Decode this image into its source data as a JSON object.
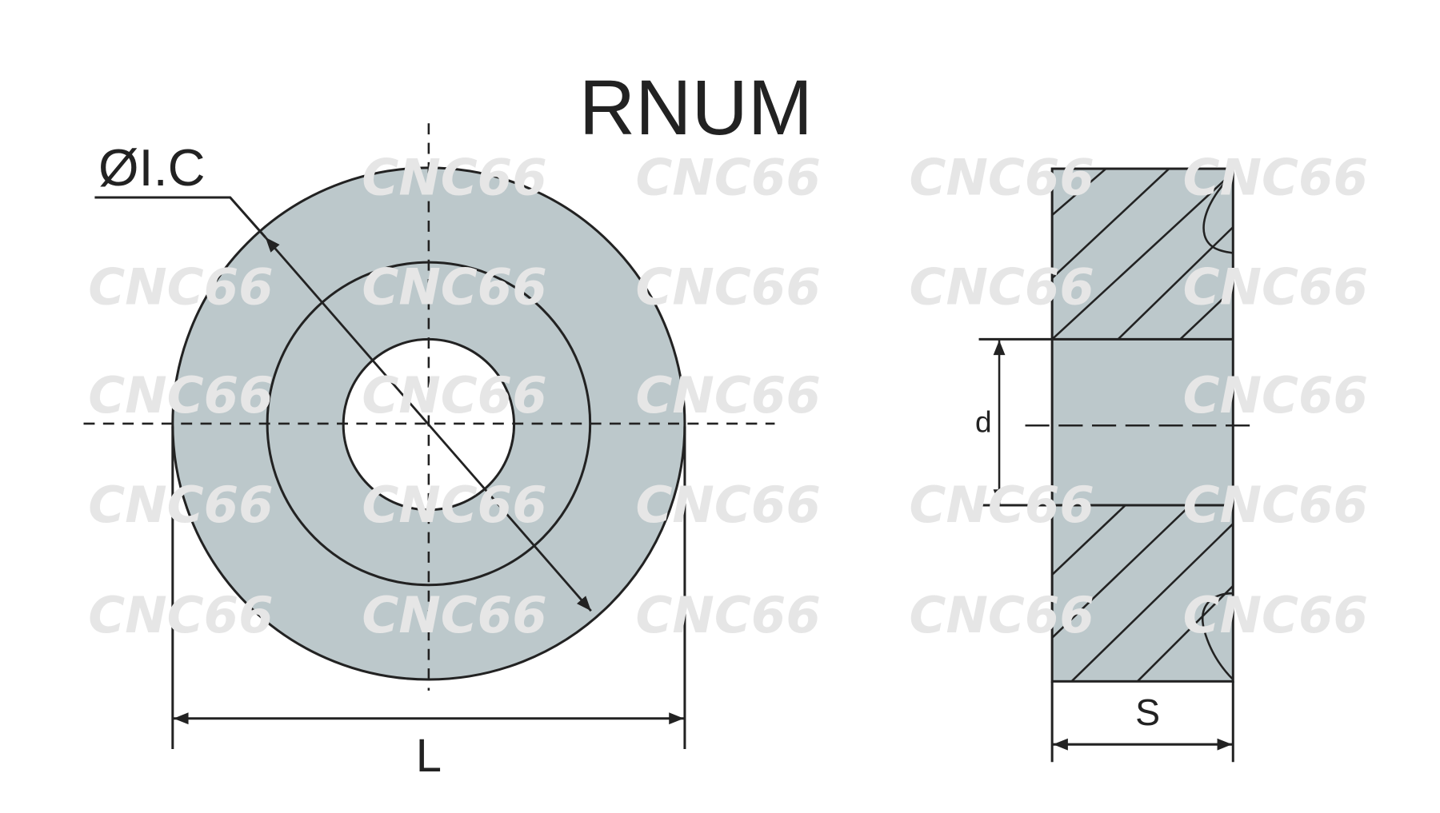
{
  "title": "RNUM",
  "watermark": "CNC66",
  "labels": {
    "ic": "ØI.C",
    "length": "L",
    "hole": "d",
    "thickness": "S"
  },
  "colors": {
    "fill": "#bcc8cb",
    "line": "#222222"
  }
}
